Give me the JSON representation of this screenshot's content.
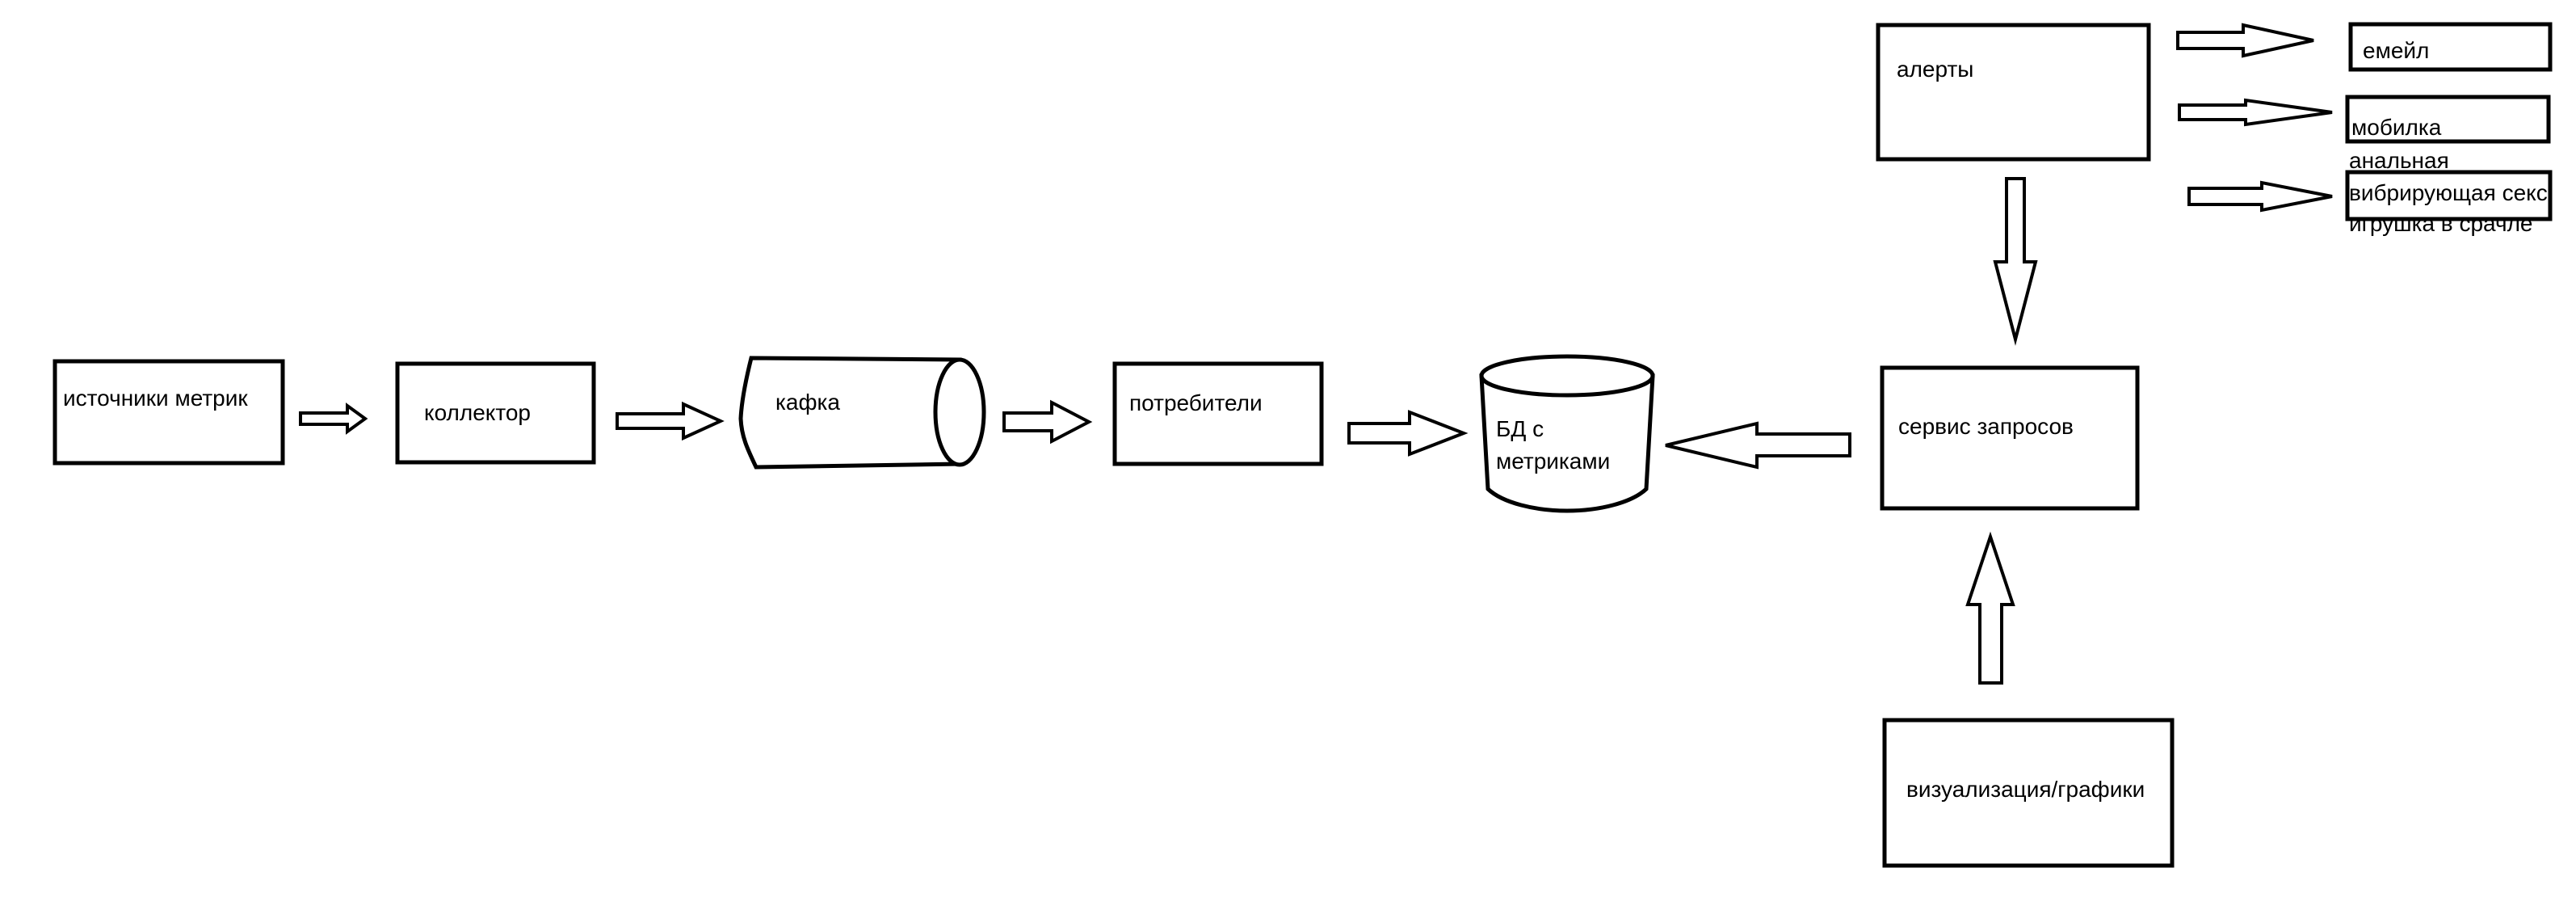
{
  "diagram": {
    "nodes": {
      "metric_sources": "источники метрик",
      "collector": "коллектор",
      "kafka": "кафка",
      "consumers": "потребители",
      "metrics_db_line1": "БД с",
      "metrics_db_line2": "метриками",
      "query_service": "сервис запросов",
      "alerts": "алерты",
      "email": "емейл",
      "mobile": "мобилка",
      "toy_line1": "анальная",
      "toy_line2": "вибрирующая секс",
      "toy_line3": "игрушка в срачле",
      "visualization": "визуализация/графики"
    }
  }
}
